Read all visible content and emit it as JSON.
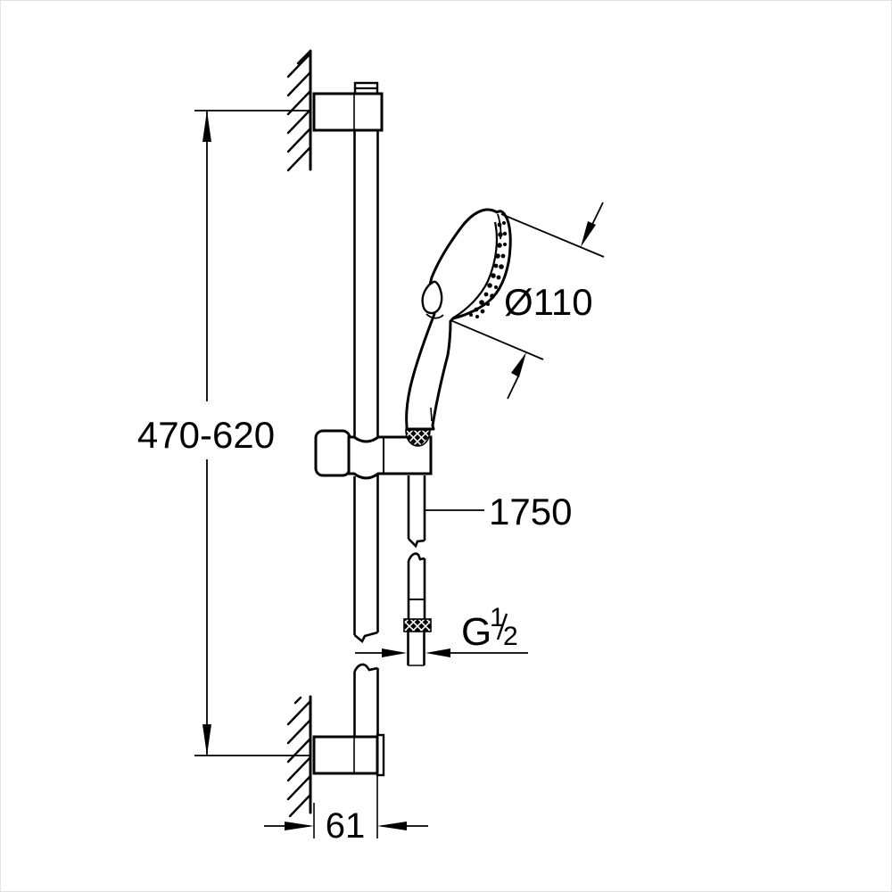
{
  "drawing": {
    "type": "technical-dimension-drawing",
    "subject": "shower rail set with hand shower and hose",
    "labels": {
      "height_range": "470-620",
      "head_diameter": "Ø110",
      "hose_length": "1750",
      "thread_letter": "G",
      "thread_numerator": "1",
      "thread_denominator": "2",
      "bracket_depth": "61"
    },
    "colors": {
      "line": "#000000",
      "background": "#ffffff"
    }
  }
}
